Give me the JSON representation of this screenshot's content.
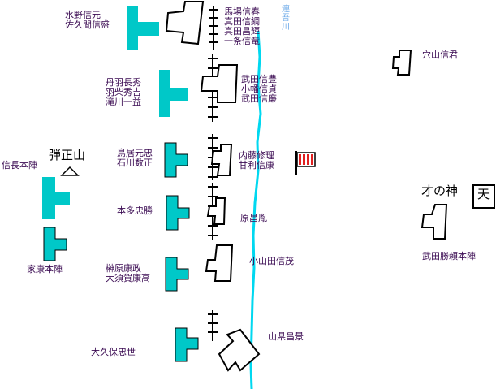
{
  "map": {
    "river_label": "連吾川",
    "colors": {
      "oda_tokugawa": "#00c8c8",
      "takeda": "#ffffff",
      "river": "#00d8f0",
      "label_text": "#3a0a52",
      "flag_stripes": "#e02020"
    },
    "landmarks": {
      "danjoyama": "弾正山",
      "sainokami": "才の神",
      "ten_kanji": "天"
    },
    "allied_units": {
      "mizuno_sakuma": "水野信元\n佐久間信盛",
      "niwa_hashiba_takigawa": "丹羽長秀\n羽柴秀吉\n滝川一益",
      "nobunaga_honjin": "信長本陣",
      "torii_ishikawa": "鳥居元忠\n石川数正",
      "honda": "本多忠勝",
      "ieyasu_honjin": "家康本陣",
      "sakakibara_osuga": "榊原康政\n大須賀康高",
      "okubo": "大久保忠世"
    },
    "takeda_units": {
      "baba_sanada_ichijo": "馬場信春\n真田信綱\n真田昌輝\n一条信竜",
      "anayama": "穴山信君",
      "takeda_nobutoyo_group": "武田信豊\n小幡信貞\n武田信廉",
      "naito_amari": "内藤修理\n甘利信康",
      "hara": "原昌胤",
      "oyamada": "小山田信茂",
      "yamagata": "山県昌景",
      "katsuyori_honjin": "武田勝頼本陣"
    }
  }
}
